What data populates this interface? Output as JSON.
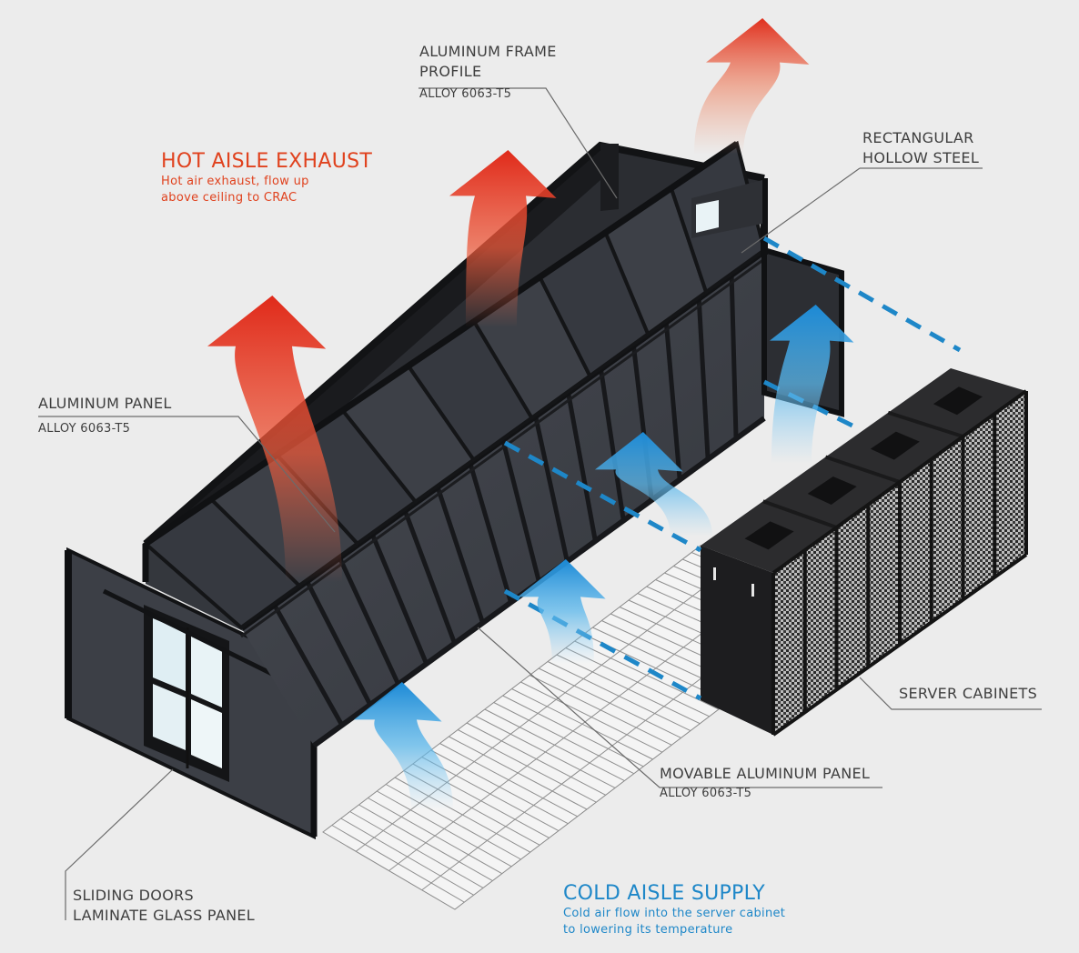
{
  "hot_aisle": {
    "title": "HOT AISLE EXHAUST",
    "line1": "Hot air exhaust, flow up",
    "line2": "above ceiling to CRAC"
  },
  "cold_aisle": {
    "title": "COLD AISLE SUPPLY",
    "line1": "Cold air flow into the server cabinet",
    "line2": "to lowering its temperature"
  },
  "labels": {
    "frame_profile": {
      "line1": "ALUMINUM FRAME",
      "line2": "PROFILE",
      "spec": "ALLOY 6063-T5"
    },
    "hollow_steel": {
      "line1": "RECTANGULAR",
      "line2": "HOLLOW STEEL"
    },
    "aluminum_panel": {
      "title": "ALUMINUM PANEL",
      "spec": "ALLOY 6063-T5"
    },
    "server_cabinets": {
      "title": "SERVER CABINETS"
    },
    "movable_panel": {
      "title": "MOVABLE ALUMINUM PANEL",
      "spec": "ALLOY 6063-T5"
    },
    "sliding_doors": {
      "line1": "SLIDING DOORS",
      "line2": "LAMINATE GLASS PANEL"
    }
  },
  "colors": {
    "hot": "#e0421e",
    "cold": "#1e87c8",
    "panel": "#3b3e45",
    "frame": "#141517",
    "background": "#ececec"
  }
}
